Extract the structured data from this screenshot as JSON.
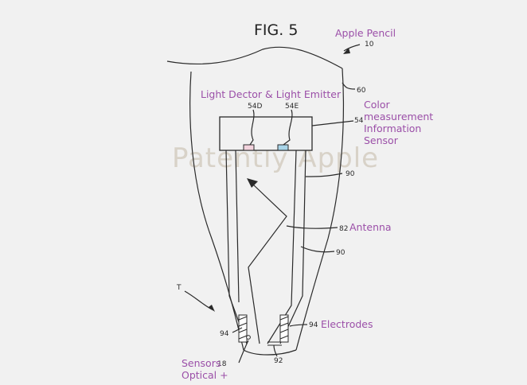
{
  "figure": {
    "title": "FIG. 5",
    "watermark": "Patently Apple"
  },
  "colors": {
    "background": "#f1f1f1",
    "ink": "#2a2a2a",
    "annotation": "#9b4fa8",
    "watermark": "#d8d2c8",
    "detector_fill": "#f3d3dd",
    "emitter_fill": "#a8d4e8"
  },
  "annotations": {
    "apple_pencil": "Apple Pencil",
    "light_detector_emitter": "Light Dector & Light Emitter",
    "color_sensor_line1": "Color",
    "color_sensor_line2": "measurement",
    "color_sensor_line3": "Information",
    "color_sensor_line4": "Sensor",
    "antenna": "Antenna",
    "electrodes": "Electrodes",
    "sensors_line1": "Sensors",
    "sensors_line2": "Optical +"
  },
  "reference_numerals": {
    "pencil": "10",
    "housing": "60",
    "sensor_module": "54",
    "detector": "54D",
    "emitter": "54E",
    "path_upper": "90",
    "path_lower": "90",
    "antenna": "82",
    "electrode_left": "94",
    "electrode_right": "94",
    "optical_sensor": "18",
    "tip_contact": "92",
    "tip": "T"
  }
}
